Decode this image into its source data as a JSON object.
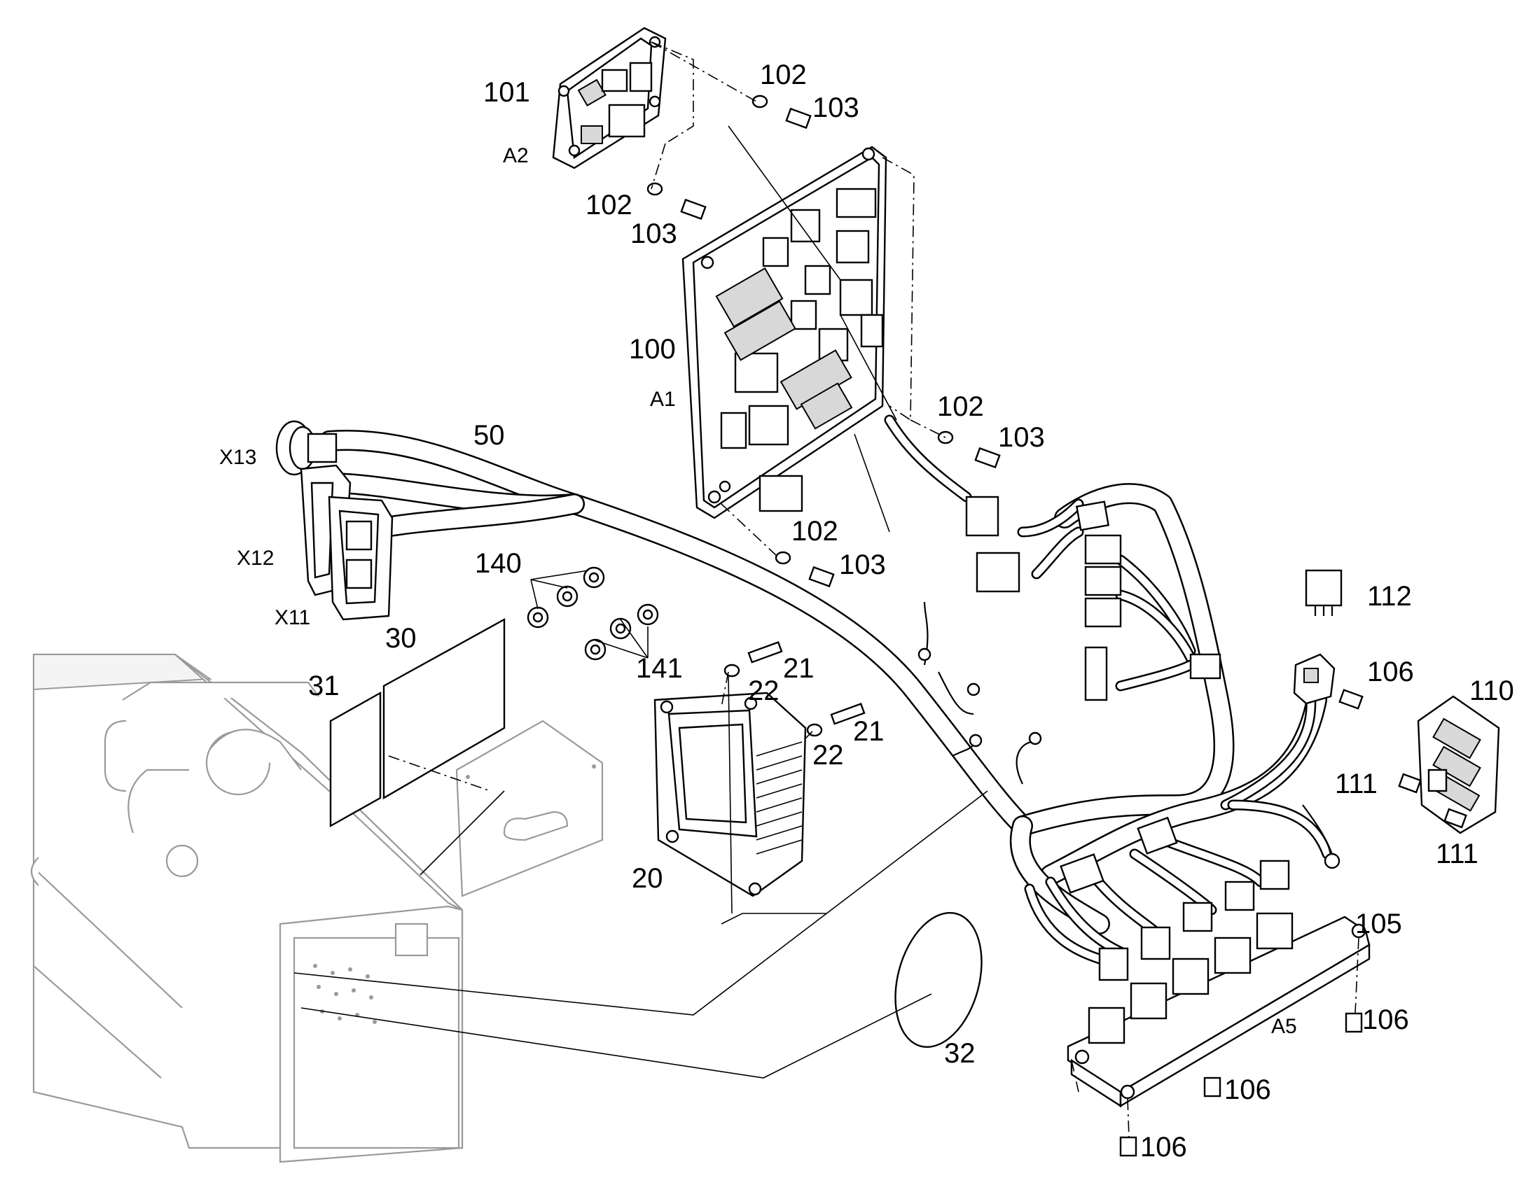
{
  "diagram": {
    "labels": {
      "p100": "100",
      "a1": "A1",
      "p101": "101",
      "a2": "A2",
      "p102a": "102",
      "p103a": "103",
      "p102b": "102",
      "p103b": "103",
      "p102c": "102",
      "p103c": "103",
      "p102d": "102",
      "p103d": "103",
      "p50": "50",
      "x13": "X13",
      "x12": "X12",
      "x11": "X11",
      "p140": "140",
      "p141": "141",
      "p30": "30",
      "p31": "31",
      "p21a": "21",
      "p22a": "22",
      "p21b": "21",
      "p22b": "22",
      "p20": "20",
      "p32": "32",
      "p112": "112",
      "p106a": "106",
      "p110": "110",
      "p111a": "111",
      "p111b": "111",
      "p105": "105",
      "a5": "A5",
      "p106b": "106",
      "p106c": "106",
      "p106d": "106"
    }
  }
}
